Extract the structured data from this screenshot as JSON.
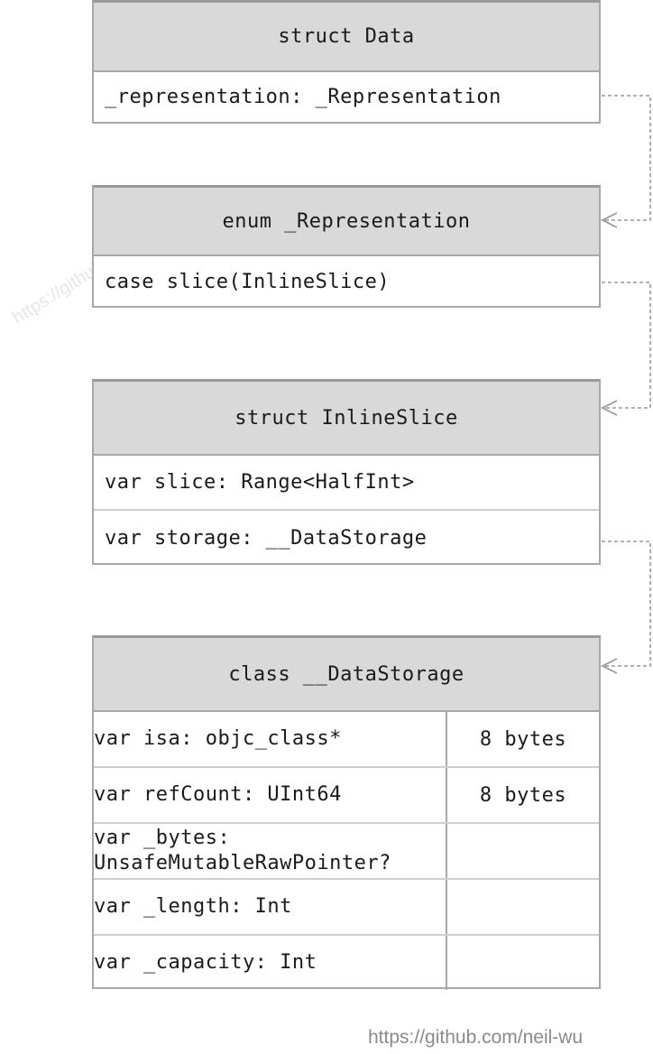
{
  "boxes": {
    "data": {
      "title": "struct Data",
      "fields": [
        "_representation: _Representation"
      ]
    },
    "representation": {
      "title": "enum _Representation",
      "fields": [
        "case slice(InlineSlice)"
      ]
    },
    "inline_slice": {
      "title": "struct InlineSlice",
      "fields": [
        "var slice: Range<HalfInt>",
        "var storage: __DataStorage"
      ]
    },
    "data_storage": {
      "title": "class __DataStorage",
      "rows": [
        {
          "field": "var isa: objc_class*",
          "size": "8 bytes"
        },
        {
          "field": "var refCount: UInt64",
          "size": "8 bytes"
        },
        {
          "field": "var _bytes:\nUnsafeMutableRawPointer?",
          "size": ""
        },
        {
          "field": "var _length: Int",
          "size": ""
        },
        {
          "field": "var _capacity: Int",
          "size": ""
        }
      ]
    }
  },
  "watermark": "https://github.com/neil-wu",
  "footer": "https://github.com/neil-wu",
  "colors": {
    "header_bg": "#d9d9d9",
    "border": "#a8a8a8",
    "connector": "#999999"
  }
}
